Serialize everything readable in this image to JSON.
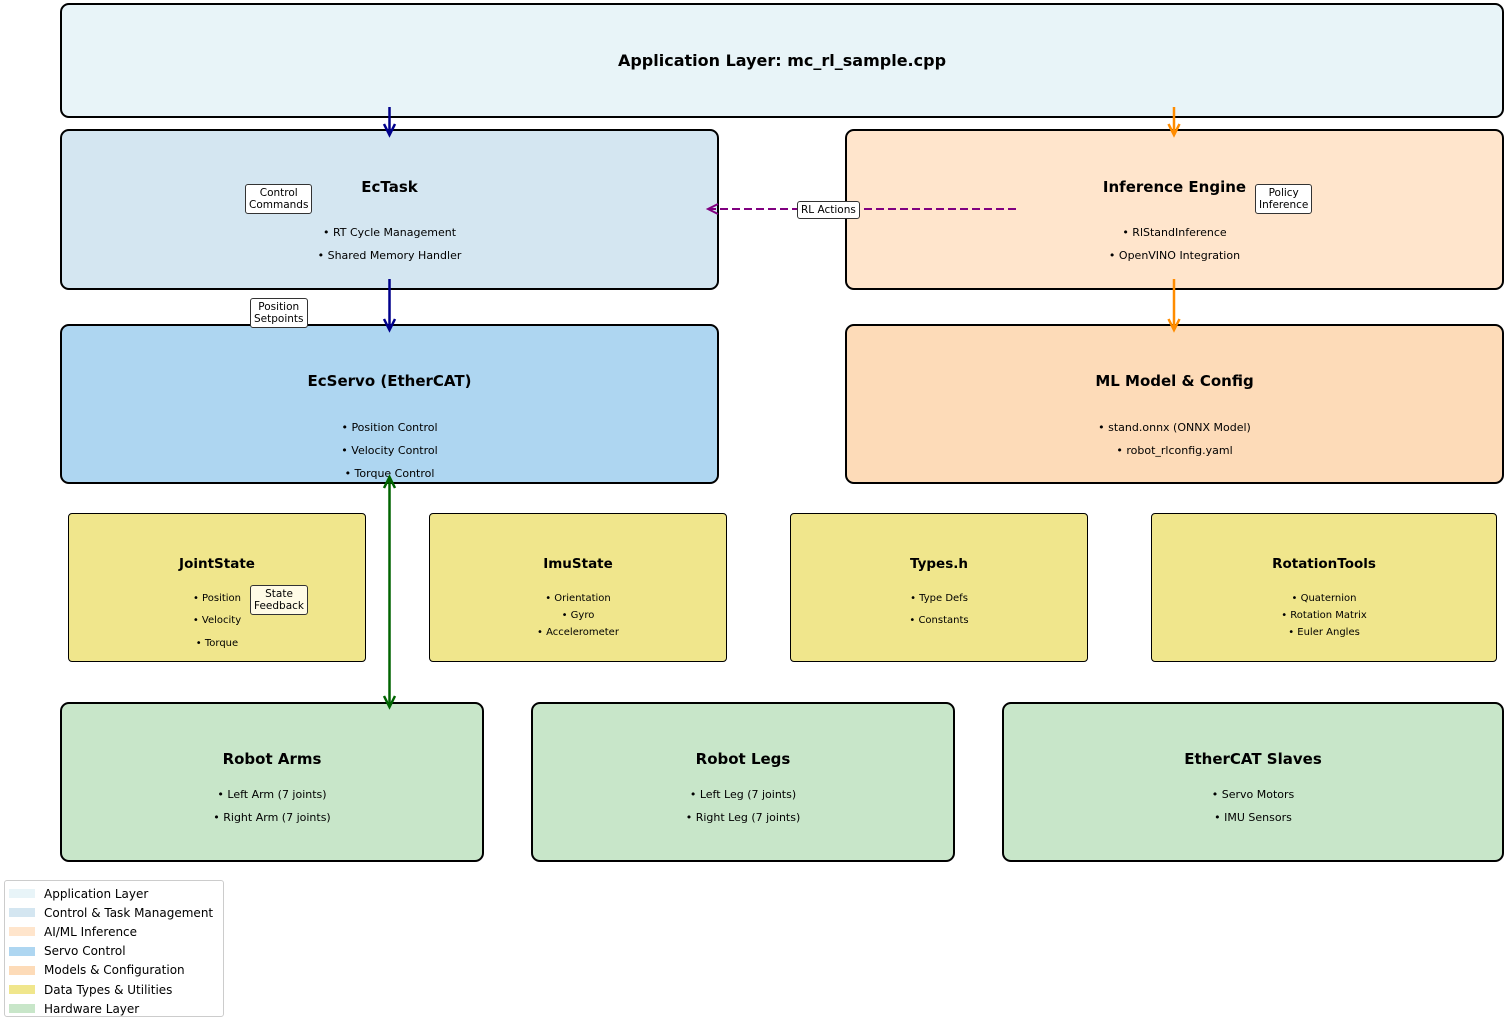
{
  "app": {
    "title": "Application Layer: mc_rl_sample.cpp",
    "color": "#e8f4f8"
  },
  "ectask": {
    "title": "EcTask",
    "items": [
      "• RT Cycle Management",
      "• Shared Memory Handler"
    ],
    "color": "#d4e6f1"
  },
  "inference": {
    "title": "Inference Engine",
    "items": [
      "• RlStandInference",
      "• OpenVINO Integration"
    ],
    "color": "#ffe5cc"
  },
  "ecservo": {
    "title": "EcServo (EtherCAT)",
    "items": [
      "• Position Control",
      "• Velocity Control",
      "• Torque Control"
    ],
    "color": "#aed6f1"
  },
  "mlmodel": {
    "title": "ML Model & Config",
    "items": [
      "• stand.onnx (ONNX Model)",
      "• robot_rlconfig.yaml"
    ],
    "color": "#fddbb8"
  },
  "jointstate": {
    "title": "JointState",
    "items": [
      "• Position",
      "• Velocity",
      "• Torque"
    ],
    "color": "#f0e68c"
  },
  "imustate": {
    "title": "ImuState",
    "items": [
      "• Orientation",
      "• Gyro",
      "• Accelerometer"
    ],
    "color": "#f0e68c"
  },
  "types": {
    "title": "Types.h",
    "items": [
      "• Type Defs",
      "• Constants"
    ],
    "color": "#f0e68c"
  },
  "rotation": {
    "title": "RotationTools",
    "items": [
      "• Quaternion",
      "• Rotation Matrix",
      "• Euler Angles"
    ],
    "color": "#f0e68c"
  },
  "arms": {
    "title": "Robot Arms",
    "items": [
      "• Left Arm (7 joints)",
      "• Right Arm (7 joints)"
    ],
    "color": "#c8e6c9"
  },
  "legs": {
    "title": "Robot Legs",
    "items": [
      "• Left Leg (7 joints)",
      "• Right Leg (7 joints)"
    ],
    "color": "#c8e6c9"
  },
  "slaves": {
    "title": "EtherCAT Slaves",
    "items": [
      "• Servo Motors",
      "• IMU Sensors"
    ],
    "color": "#c8e6c9"
  },
  "labels": {
    "control_commands": "Control\nCommands",
    "position_setpoints": "Position\nSetpoints",
    "rl_actions": "RL Actions",
    "policy_inference": "Policy\nInference",
    "state_feedback": "State\nFeedback"
  },
  "arrow_colors": {
    "control": "#00008b",
    "inference": "#ff8c00",
    "rl": "#800080",
    "feedback": "#006400"
  },
  "legend": [
    {
      "label": "Application Layer",
      "color": "#e8f4f8"
    },
    {
      "label": "Control & Task Management",
      "color": "#d4e6f1"
    },
    {
      "label": "AI/ML Inference",
      "color": "#ffe5cc"
    },
    {
      "label": "Servo Control",
      "color": "#aed6f1"
    },
    {
      "label": "Models & Configuration",
      "color": "#fddbb8"
    },
    {
      "label": "Data Types & Utilities",
      "color": "#f0e68c"
    },
    {
      "label": "Hardware Layer",
      "color": "#c8e6c9"
    }
  ]
}
